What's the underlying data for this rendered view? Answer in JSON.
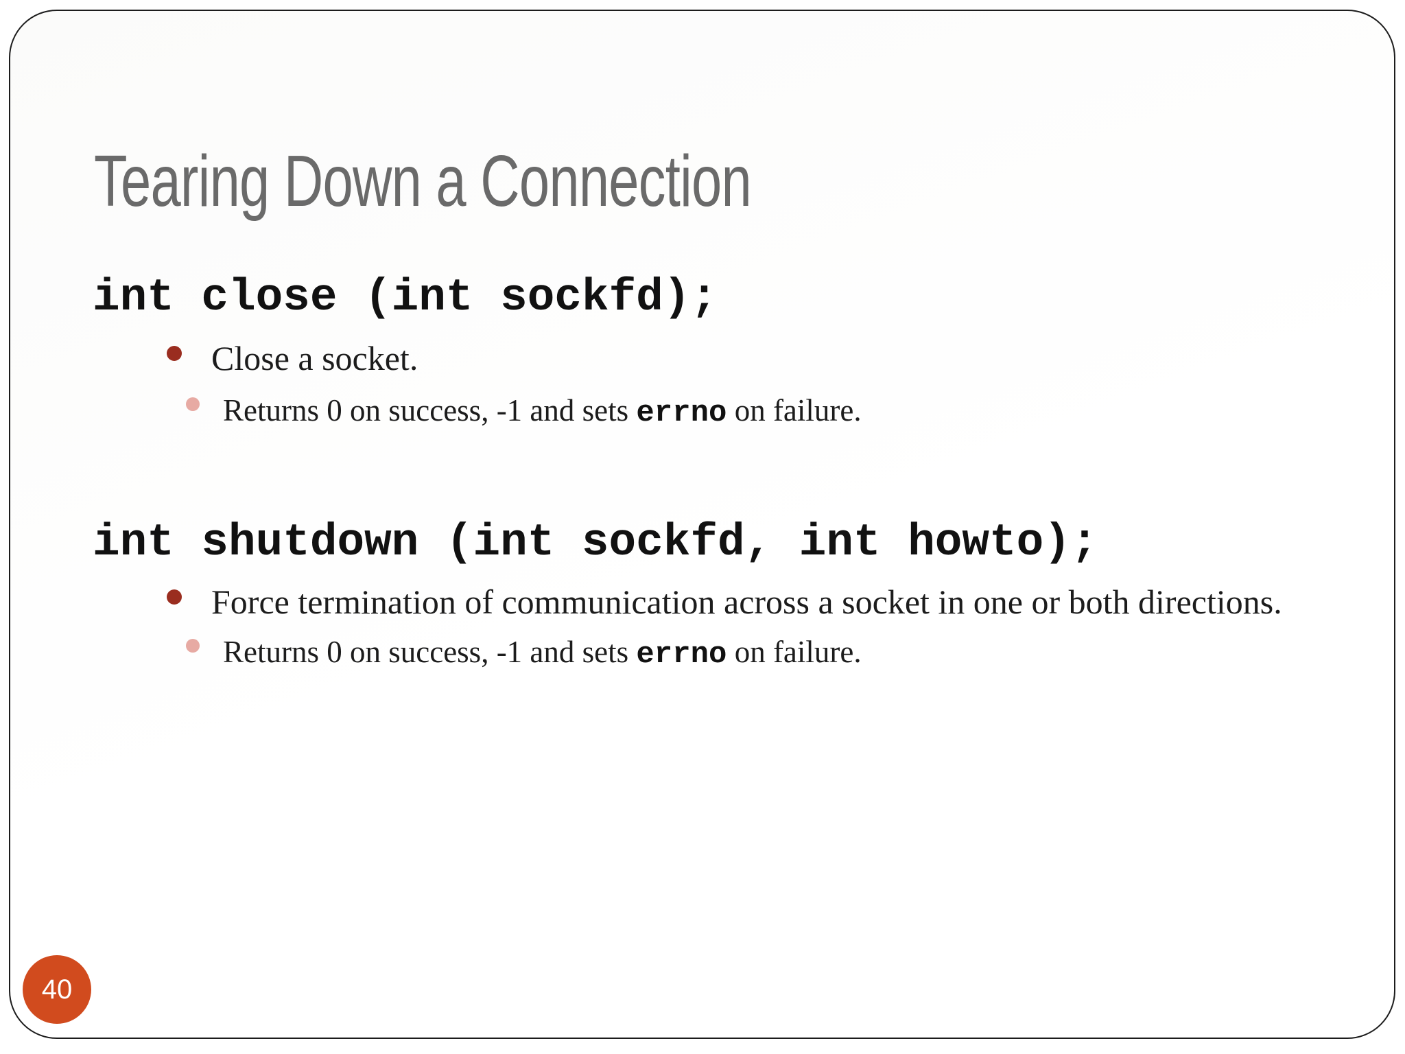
{
  "slide": {
    "title": "Tearing Down a Connection",
    "page_number": "40",
    "sections": [
      {
        "signature": "int close (int sockfd);",
        "bullet": "Close a socket.",
        "sub_bullet": {
          "prefix": "Returns 0 on success, -1 and sets ",
          "code": "errno",
          "suffix": " on failure."
        }
      },
      {
        "signature": "int shutdown (int sockfd, int howto);",
        "bullet": "Force termination of communication across a socket in one or both directions.",
        "sub_bullet": {
          "prefix": "Returns 0 on success, -1 and sets ",
          "code": "errno",
          "suffix": " on failure."
        }
      }
    ],
    "colors": {
      "title": "#6a6a6a",
      "border": "#1c1c1c",
      "bullet_level1": "#9a2d1f",
      "bullet_level2": "#e7aaa3",
      "page_badge": "#d14b1e",
      "page_badge_text": "#ffffff"
    }
  }
}
